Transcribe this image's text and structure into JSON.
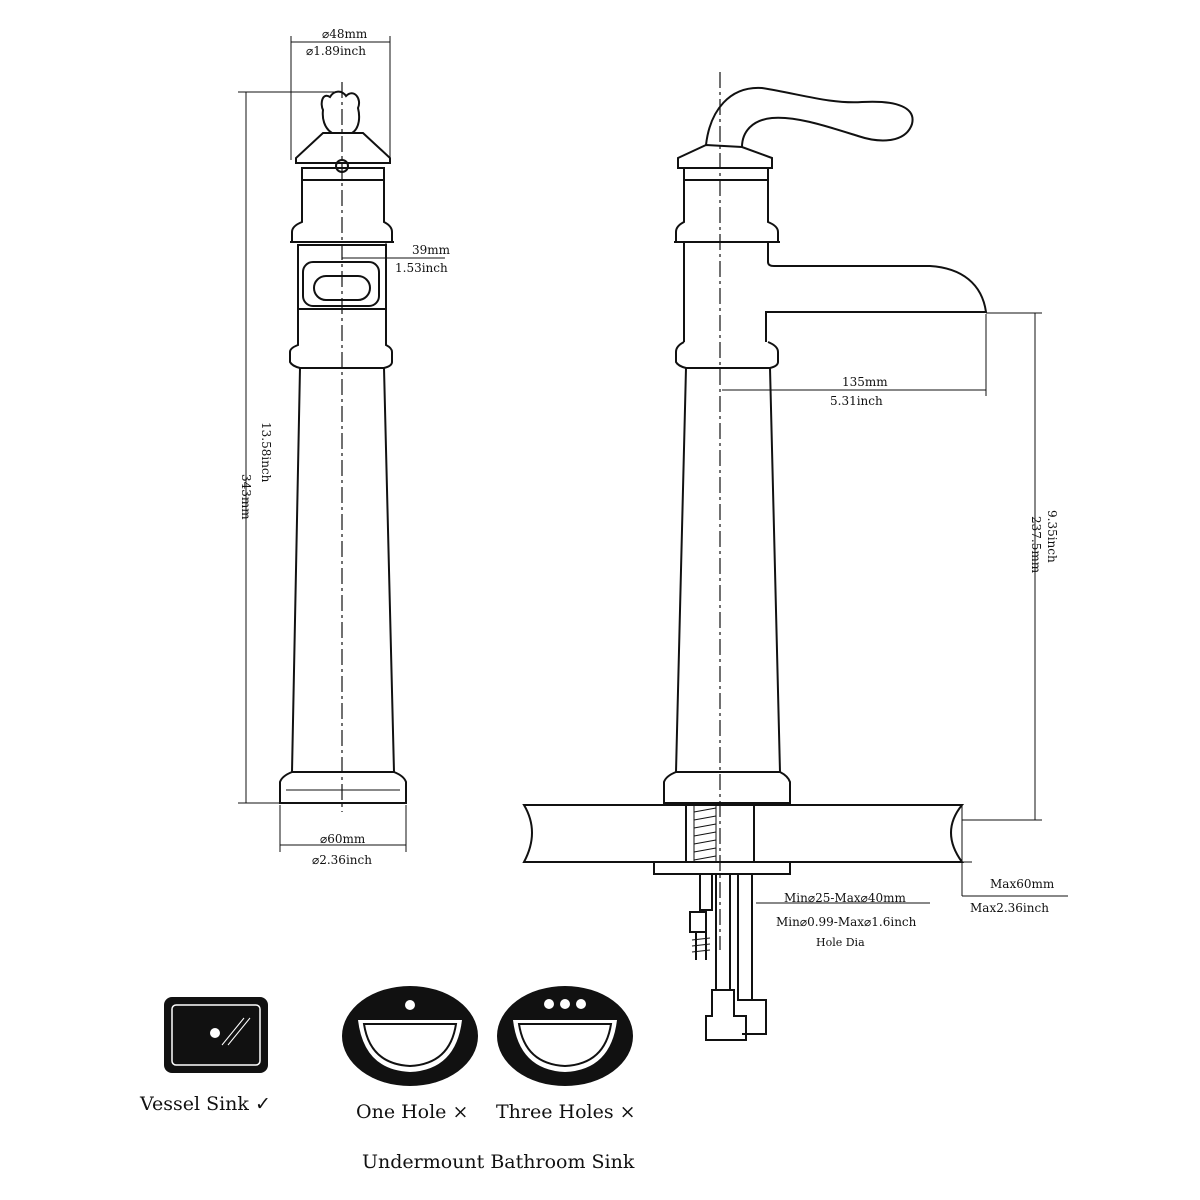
{
  "front_view": {
    "handle_width_mm": "⌀48mm",
    "handle_width_in": "⌀1.89inch",
    "window_width_mm": "39mm",
    "window_width_in": "1.53inch",
    "height_mm": "343mm",
    "height_in": "13.58inch",
    "base_dia_mm": "⌀60mm",
    "base_dia_in": "⌀2.36inch"
  },
  "side_view": {
    "spout_reach_mm": "135mm",
    "spout_reach_in": "5.31inch",
    "spout_height_mm": "237.5mm",
    "spout_height_in": "9.35inch",
    "deck_thickness_mm": "Max60mm",
    "deck_thickness_in": "Max2.36inch",
    "hole_mm": "Min⌀25-Max⌀40mm",
    "hole_in": "Min⌀0.99-Max⌀1.6inch",
    "hole_label": "Hole Dia"
  },
  "sinks": {
    "vessel_label": "Vessel Sink ✓",
    "one_hole_label": "One Hole ×",
    "three_holes_label": "Three Holes ×",
    "undermount_label": "Undermount Bathroom Sink"
  }
}
